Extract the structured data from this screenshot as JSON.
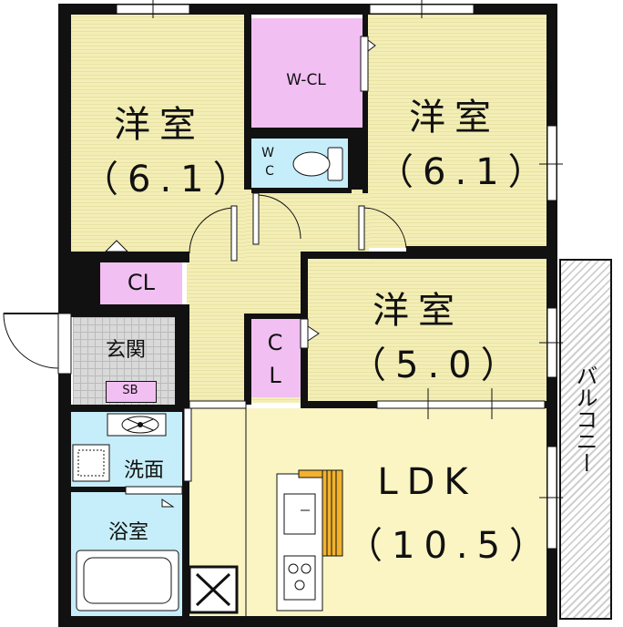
{
  "rooms": {
    "western_room_1": {
      "name": "洋室",
      "size": "（6.1）"
    },
    "western_room_2": {
      "name": "洋室",
      "size": "（6.1）"
    },
    "western_room_3": {
      "name": "洋室",
      "size": "（5.0）"
    },
    "ldk": {
      "name": "LDK",
      "size": "（10.5）"
    },
    "walk_in_closet": "W-CL",
    "closet_1": "CL",
    "closet_2_top": "C",
    "closet_2_bottom": "L",
    "entrance": "玄関",
    "shoe_box": "SB",
    "washroom": "洗面",
    "bathroom": "浴室",
    "balcony": "バルコニー",
    "toilet_top": "W",
    "toilet_bottom": "C"
  },
  "colors": {
    "western_floor": "#f3eeb6",
    "ldk_floor": "#fbf5c4",
    "closet": "#f2bff2",
    "water_room": "#c6eefa",
    "kitchen_counter": "#f2b22e",
    "wall": "#111111"
  }
}
